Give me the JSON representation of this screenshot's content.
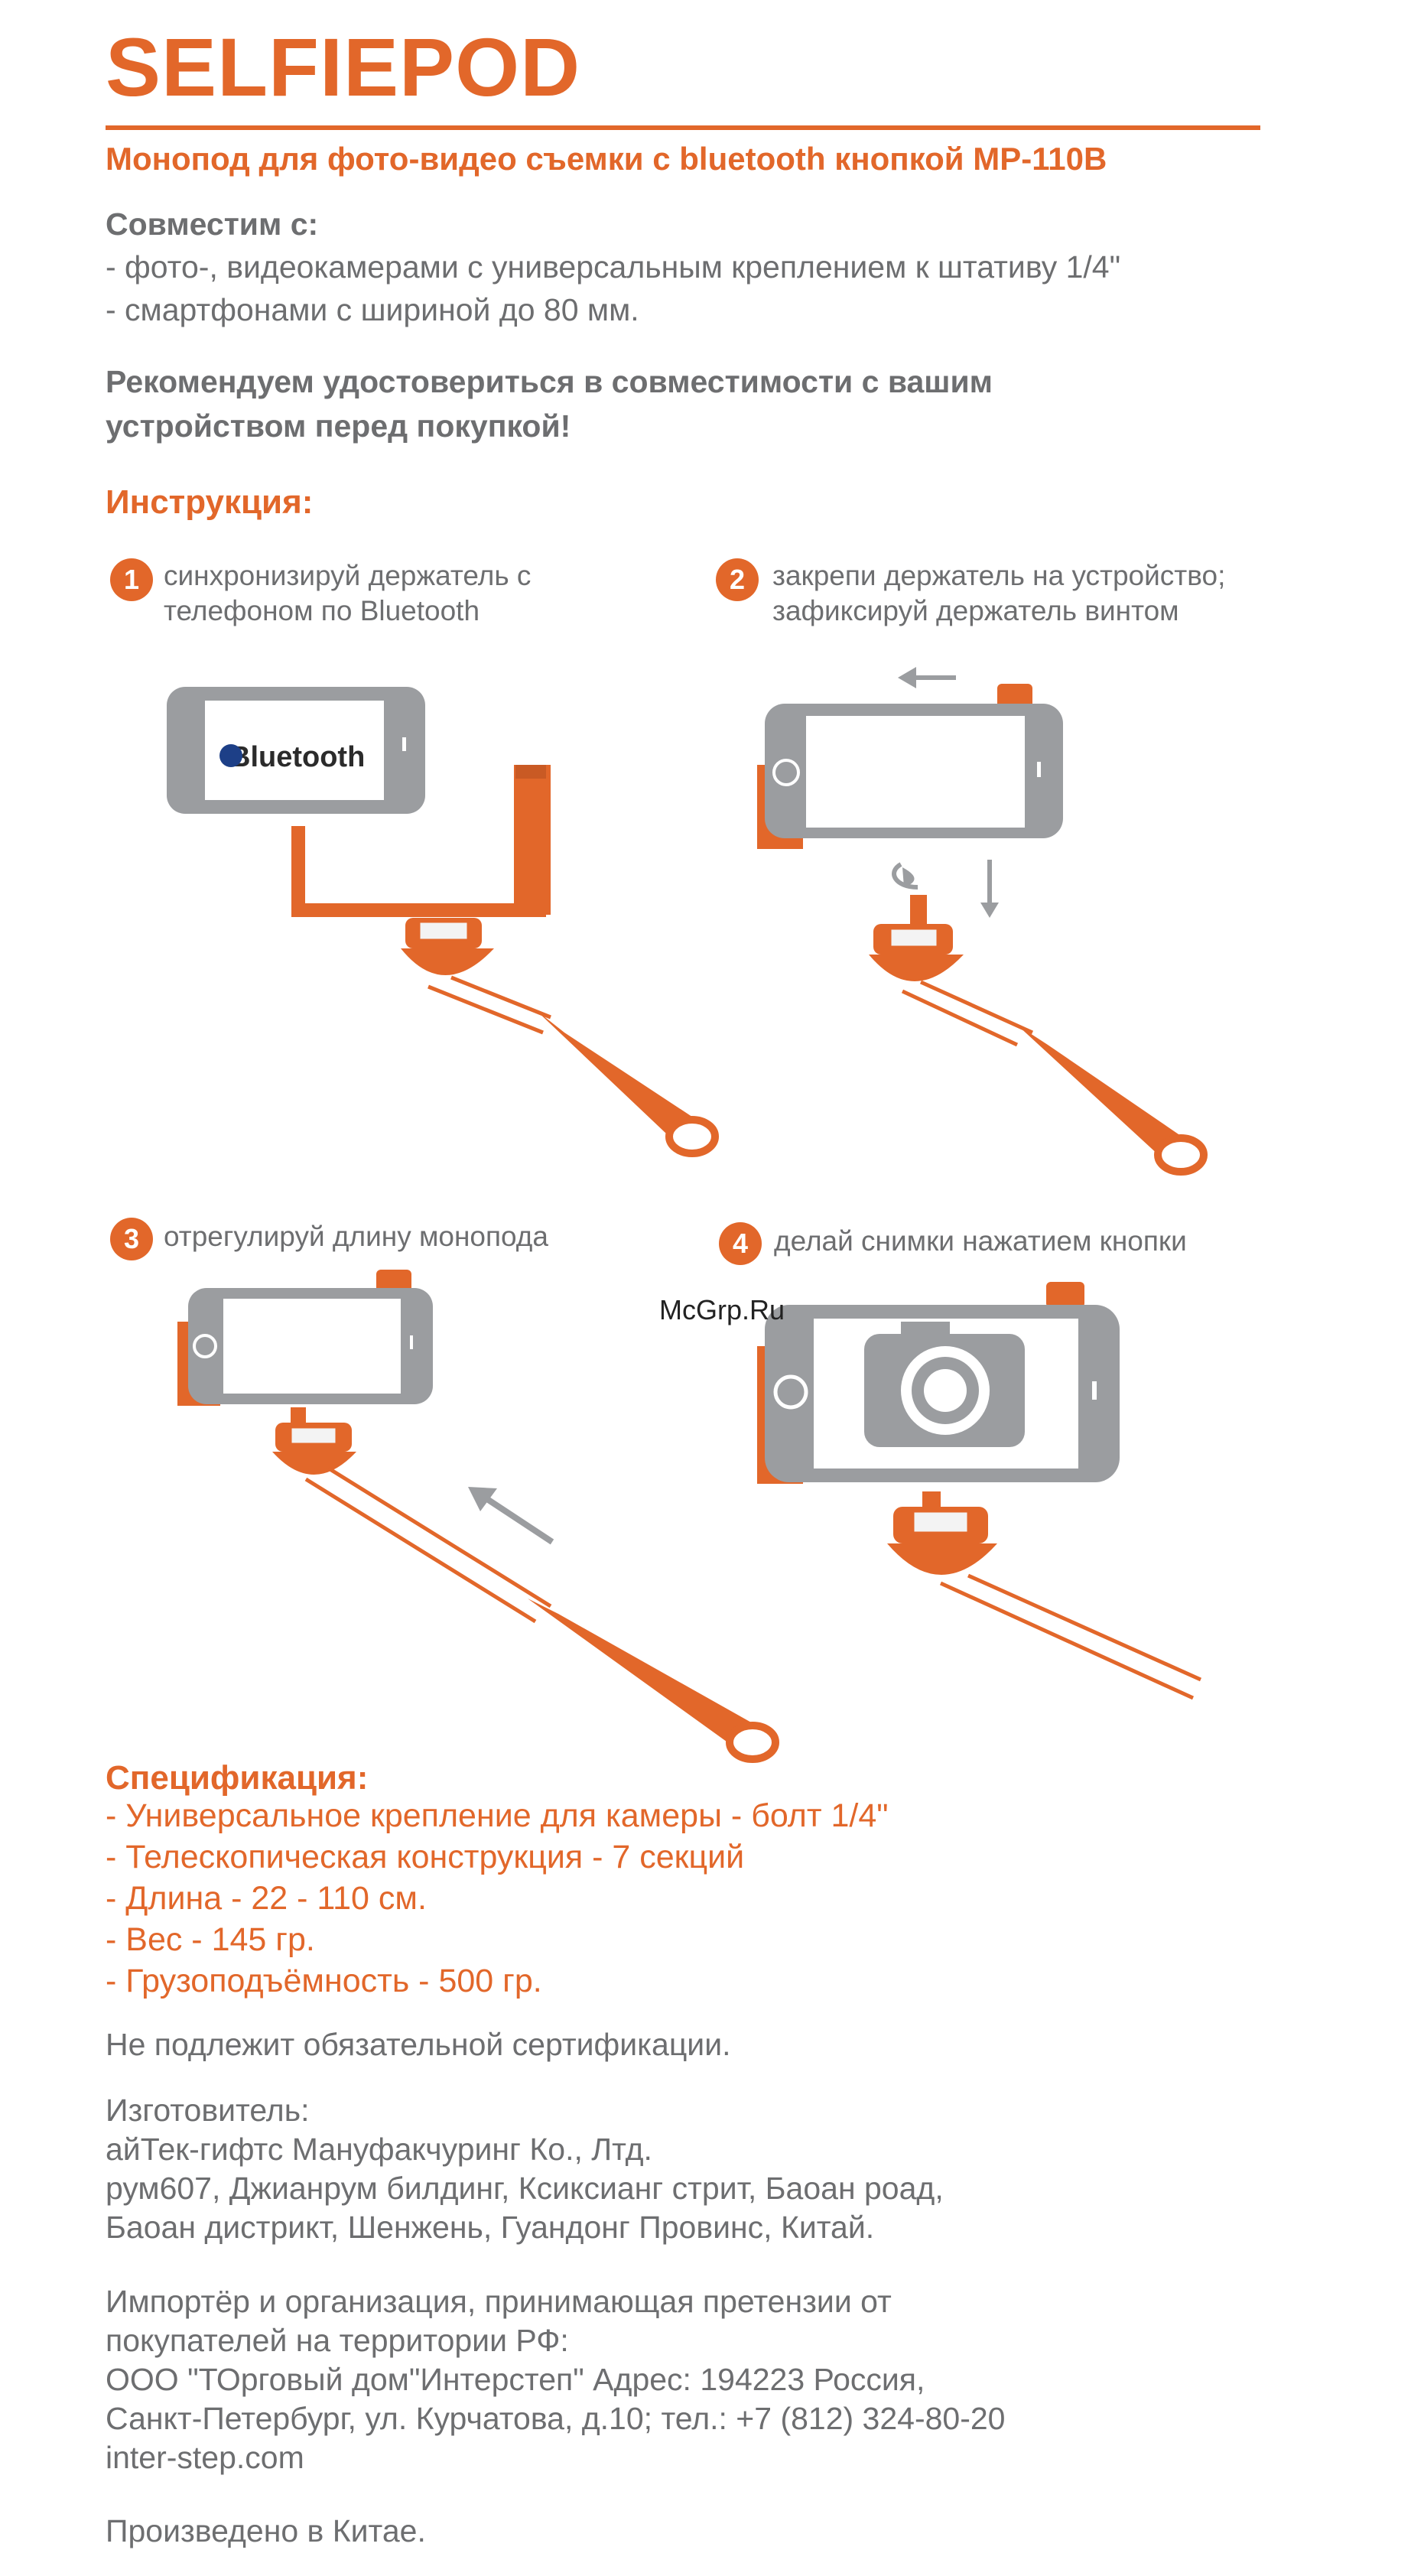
{
  "header": {
    "title": "SELFIEPOD",
    "subtitle": "Монопод для фото-видео съемки с bluetooth кнопкой MP-110B"
  },
  "compatibility": {
    "heading": "Совместим с:",
    "items": [
      "- фото-, видеокамерами с универсальным креплением к штативу 1/4\"",
      "- смартфонами с шириной до 80 мм."
    ],
    "recommendation": [
      "Рекомендуем удостовериться в совместимости с вашим",
      "устройством перед покупкой!"
    ]
  },
  "instructions": {
    "heading": "Инструкция:",
    "steps": [
      {
        "number": "1",
        "lines": [
          "синхронизируй держатель с",
          "телефоном по Bluetooth"
        ]
      },
      {
        "number": "2",
        "lines": [
          "закрепи держатель на устройство;",
          "зафиксируй держатель винтом"
        ]
      },
      {
        "number": "3",
        "lines": [
          "отрегулируй длину монопода"
        ]
      },
      {
        "number": "4",
        "lines": [
          "делай снимки нажатием кнопки"
        ]
      }
    ],
    "phone_screen_text": "Bluetooth"
  },
  "watermark": "McGrp.Ru",
  "specification": {
    "heading": "Спецификация:",
    "items": [
      "- Универсальное крепление для камеры - болт 1/4\"",
      "- Телескопическая конструкция - 7 секций",
      "- Длина - 22 - 110 см.",
      "- Вес - 145 гр.",
      "- Грузоподъёмность - 500 гр."
    ]
  },
  "certification": "Не подлежит обязательной сертификации.",
  "manufacturer": [
    "Изготовитель:",
    "айТек-гифтс Мануфакчуринг Ко., Лтд.",
    "рум607, Джианрум билдинг, Ксиксианг стрит, Баоан роад,",
    "Баоан дистрикт, Шенжень, Гуандонг Провинс, Китай."
  ],
  "importer": [
    "Импортёр и организация, принимающая претензии от",
    "покупателей на территории РФ:",
    "ООО \"ТОрговый дом\"Интерстеп\" Адрес: 194223 Россия,",
    "Санкт-Петербург, ул. Курчатова, д.10; тел.: +7 (812) 324-80-20",
    "inter-step.com"
  ],
  "origin": "Произведено в Китае.",
  "colors": {
    "accent": "#e2672a",
    "text": "#6d6e70",
    "phone": "#9b9da0"
  }
}
